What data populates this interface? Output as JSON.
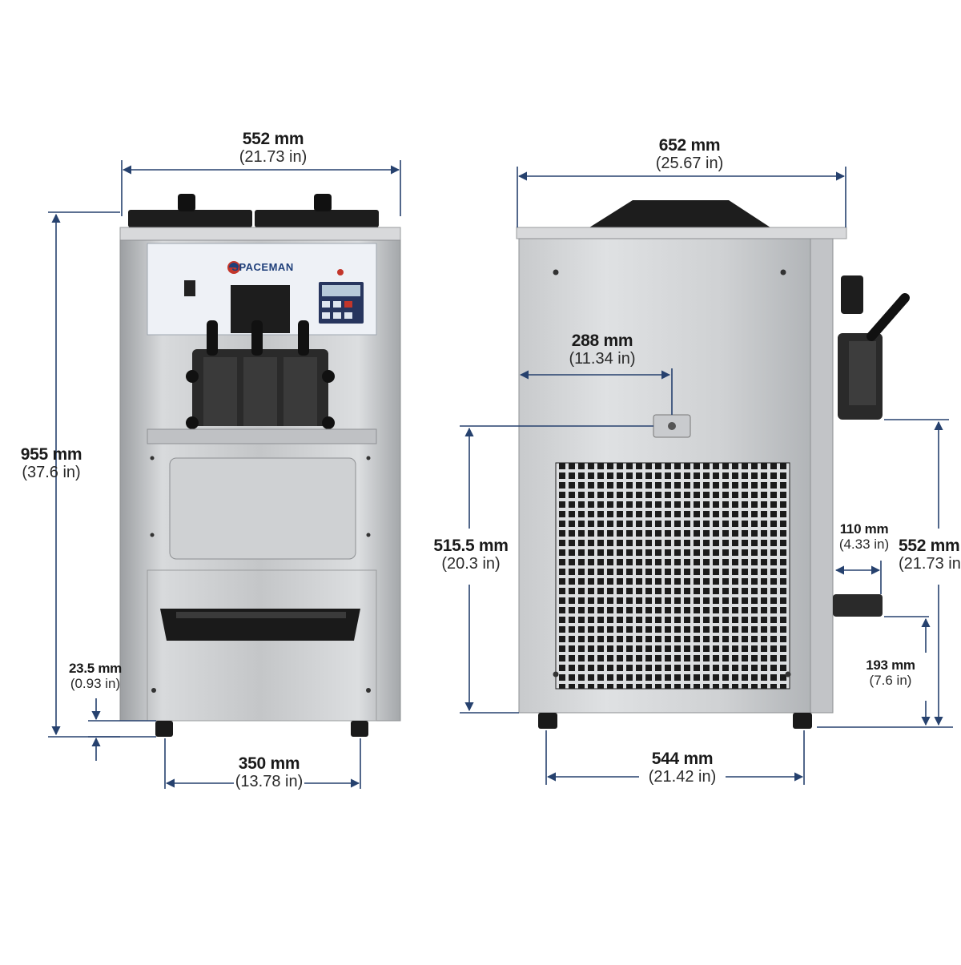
{
  "brand": "SPACEMAN",
  "colors": {
    "dimension_line": "#26416e",
    "steel": "#c9cbcd",
    "dark": "#1d1d1d",
    "panel": "#eef1f6"
  },
  "dimensions": {
    "front_width": {
      "mm": "552 mm",
      "in": "(21.73 in)"
    },
    "front_height": {
      "mm": "955 mm",
      "in": "(37.6 in)"
    },
    "feet_height": {
      "mm": "23.5 mm",
      "in": "(0.93 in)"
    },
    "feet_spacing": {
      "mm": "350 mm",
      "in": "(13.78 in)"
    },
    "side_depth": {
      "mm": "652 mm",
      "in": "(25.67 in)"
    },
    "center_offset": {
      "mm": "288 mm",
      "in": "(11.34 in)"
    },
    "vent_height": {
      "mm": "515.5 mm",
      "in": "(20.3 in)"
    },
    "tray_depth": {
      "mm": "110 mm",
      "in": "(4.33 in)"
    },
    "spout_height": {
      "mm": "552 mm",
      "in": "(21.73 in)"
    },
    "tray_height": {
      "mm": "193 mm",
      "in": "(7.6 in)"
    },
    "side_feet": {
      "mm": "544 mm",
      "in": "(21.42 in)"
    }
  }
}
